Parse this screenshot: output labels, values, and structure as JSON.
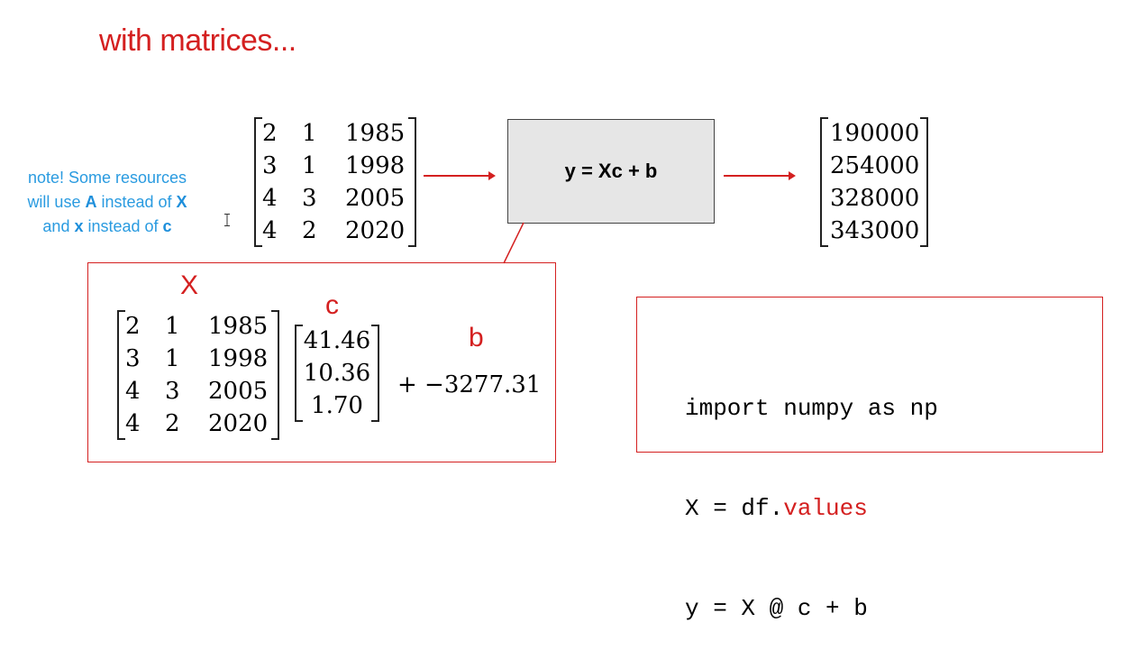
{
  "title": "with matrices...",
  "note": {
    "line1": "note! Some resources",
    "line2_a": "will use ",
    "line2_b": "A",
    "line2_c": " instead of ",
    "line2_d": "X",
    "line3_a": "and ",
    "line3_b": "x",
    "line3_c": " instead of ",
    "line3_d": "c"
  },
  "input_matrix": {
    "col1": [
      "2",
      "3",
      "4",
      "4"
    ],
    "col2": [
      "1",
      "1",
      "3",
      "2"
    ],
    "col3": [
      "1985",
      "1998",
      "2005",
      "2020"
    ]
  },
  "formula": "y = Xc + b",
  "output_vector": [
    "190000",
    "254000",
    "328000",
    "343000"
  ],
  "detail": {
    "x_label": "X",
    "c_label": "c",
    "b_label": "b",
    "X": {
      "col1": [
        "2",
        "3",
        "4",
        "4"
      ],
      "col2": [
        "1",
        "1",
        "3",
        "2"
      ],
      "col3": [
        "1985",
        "1998",
        "2005",
        "2020"
      ]
    },
    "c": [
      "41.46",
      "10.36",
      "1.70"
    ],
    "b_term": "+ −3277.31"
  },
  "code": {
    "line1": "import numpy as np",
    "line2_prefix": "X = df.",
    "line2_attr": "values",
    "line3": "y = X @ c + b"
  },
  "colors": {
    "accent_red": "#d42020",
    "note_blue": "#2a9be0",
    "box_gray": "#e6e6e6"
  }
}
